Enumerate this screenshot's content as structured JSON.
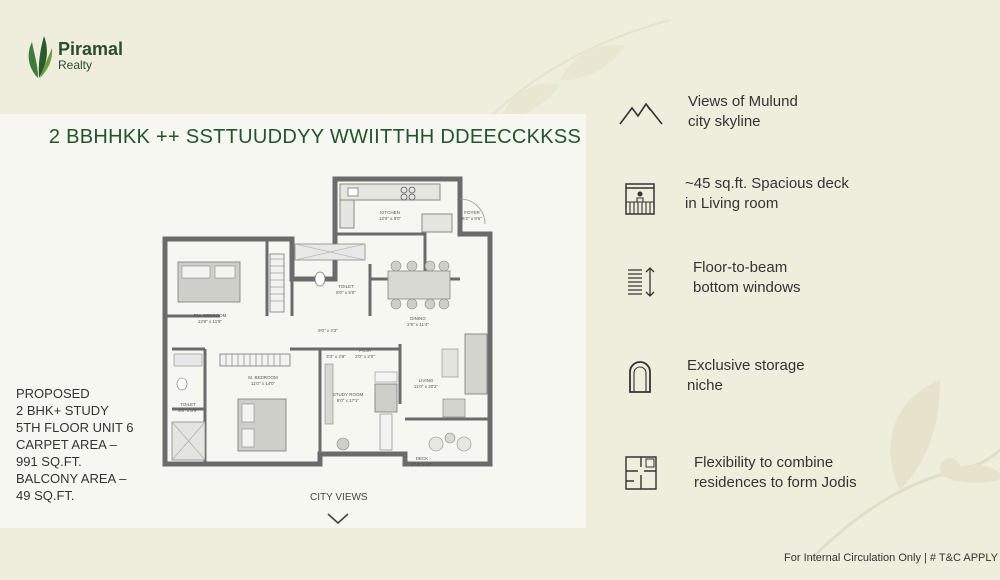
{
  "brand": {
    "name": "Piramal",
    "sub": "Realty"
  },
  "plan": {
    "title": "2 BBHHKK ++ SSTTUUDDYY WWIITTHH DDEECCKKSS",
    "rooms": {
      "kitchen": "KITCHEN",
      "kitchen_dim": "13'0\" x 8'0\"",
      "foyer": "FOYER",
      "foyer_dim": "6'2\" x 9'6\"",
      "toilet1": "TOILET",
      "toilet1_dim": "8'0\" x 5'0\"",
      "dining": "DINING",
      "dining_dim": "2'9\" x 11'4\"",
      "dmbed": "DM. BEDROOM",
      "dmbed_dim": "13'8\" x 11'8\"",
      "passage": "9'0\" x 3'3\"",
      "mbed": "M. BEDROOM",
      "mbed_dim": "11'0\" x 14'0\"",
      "s1": "3'3\" x 2'8\"",
      "puja": "PUJA",
      "puja_dim": "2'0\" x 2'0\"",
      "study": "STUDY ROOM",
      "study_dim": "6'0\" x 17'1\"",
      "living": "LIVING",
      "living_dim": "11'0\" x 20'2\"",
      "toilet2": "TOILET",
      "toilet2_dim": "5'8\" x 8'0\"",
      "deck": "DECK",
      "deck_dim": "9'10\" x 5'0\""
    },
    "proposed": [
      "PROPOSED",
      "2 BHK+ STUDY",
      "5TH FLOOR UNIT 6",
      "CARPET AREA –",
      "991 SQ.FT.",
      "BALCONY AREA –",
      "49 SQ.FT."
    ],
    "city_views": "CITY VIEWS"
  },
  "features": [
    {
      "icon": "mountain-icon",
      "line1": "Views of Mulund",
      "line2": "city skyline"
    },
    {
      "icon": "balcony-icon",
      "line1": "~45 sq.ft. Spacious deck",
      "line2": "in Living room"
    },
    {
      "icon": "window-icon",
      "line1": "Floor-to-beam",
      "line2": "bottom windows"
    },
    {
      "icon": "arch-icon",
      "line1": "Exclusive storage",
      "line2": "niche"
    },
    {
      "icon": "floorplan-icon",
      "line1": "Flexibility to combine",
      "line2": "residences to form Jodis"
    }
  ],
  "footer": "For Internal Circulation Only | # T&C APPLY",
  "colors": {
    "background": "#efeddc",
    "accent": "#23532f",
    "panel": "#f7f7f1"
  }
}
